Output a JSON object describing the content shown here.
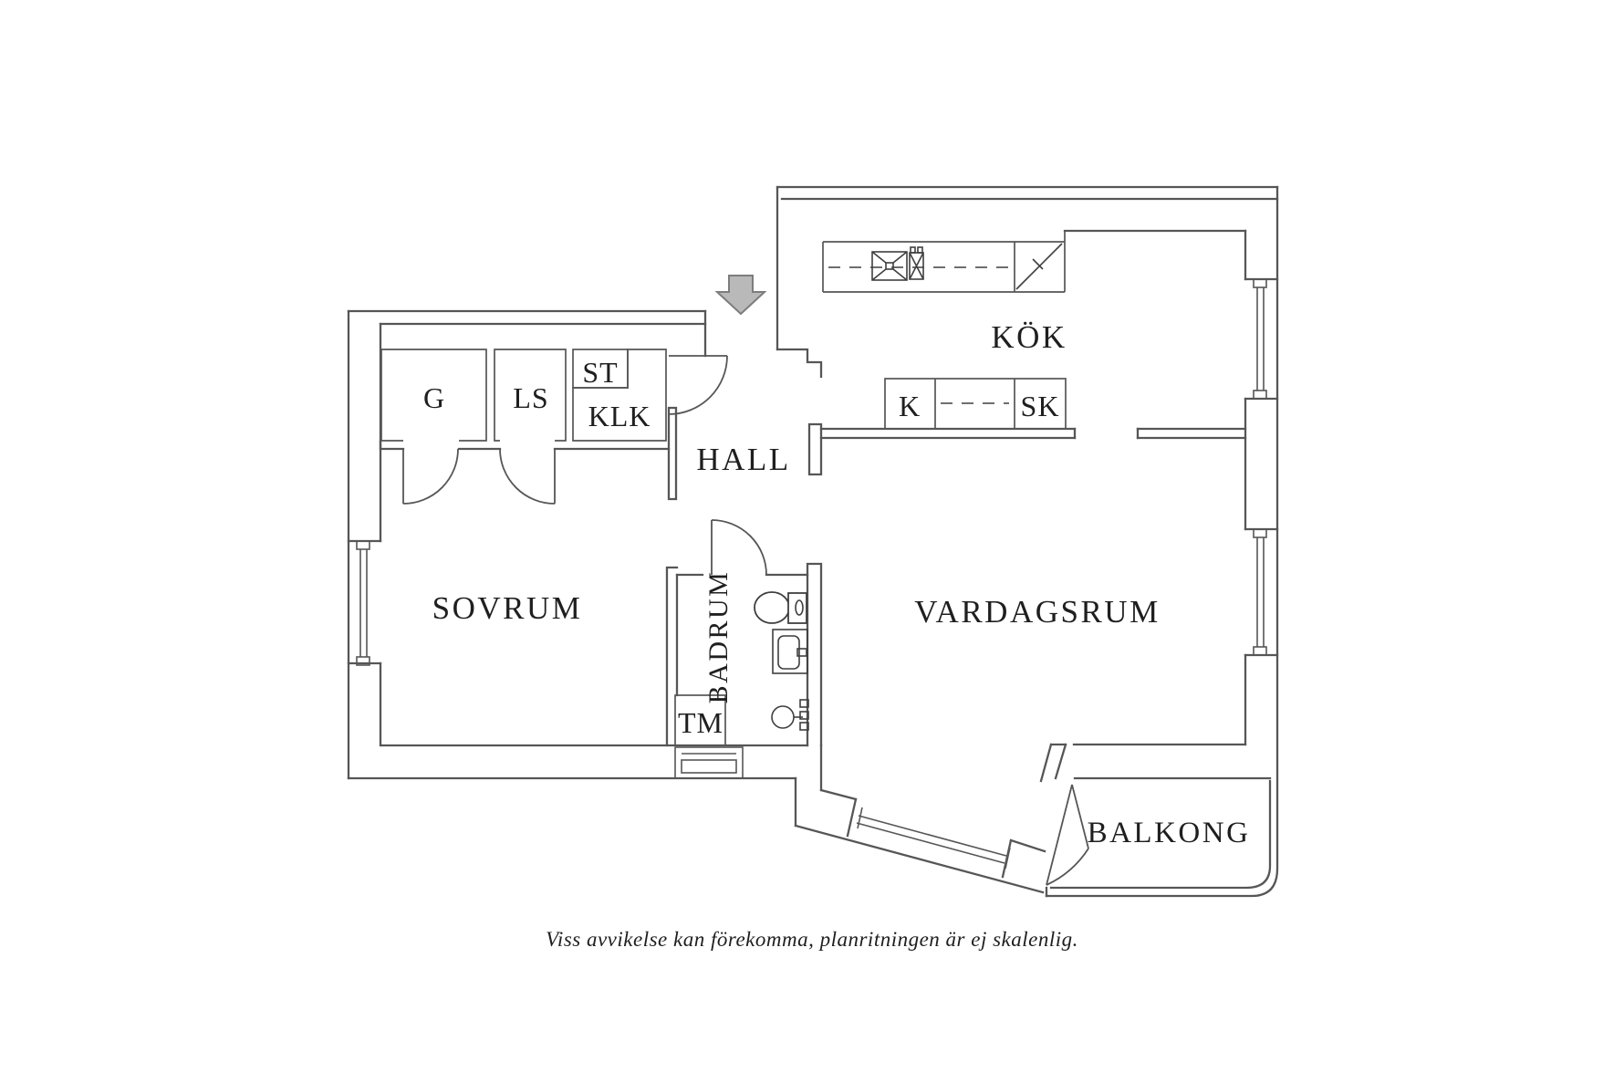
{
  "floor_plan": {
    "rooms": {
      "kitchen": "KÖK",
      "hall": "HALL",
      "bedroom": "SOVRUM",
      "living_room": "VARDAGSRUM",
      "bathroom": "BADRUM",
      "balcony": "BALKONG"
    },
    "closets": {
      "g": "G",
      "ls": "LS",
      "st": "ST",
      "klk": "KLK"
    },
    "fixtures": {
      "fridge": "K",
      "tall_cabinet": "SK",
      "washing_machine": "TM"
    },
    "caption": "Viss avvikelse kan förekomma, planritningen är ej skalenlig.",
    "colors": {
      "background": "#ffffff",
      "wall_line": "#565656",
      "text": "#1f1f1f",
      "entry_arrow_fill": "#b9b9b9",
      "entry_arrow_stroke": "#7d7d7d"
    }
  }
}
